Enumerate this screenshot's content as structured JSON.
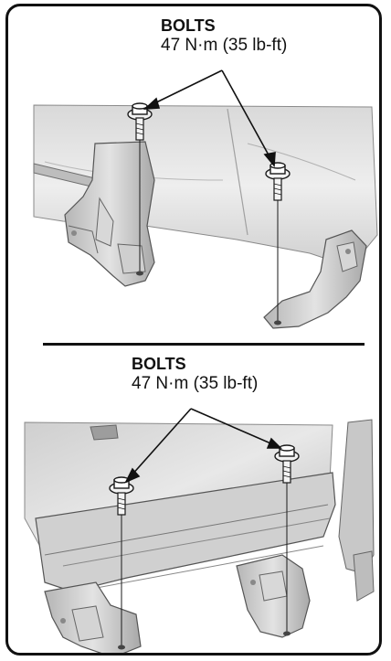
{
  "figure": {
    "panels": [
      {
        "id": "top",
        "label": "BOLTS",
        "torque": "47 N·m (35 lb-ft)",
        "bolt_count": 2
      },
      {
        "id": "bottom",
        "label": "BOLTS",
        "torque": "47 N·m (35 lb-ft)",
        "bolt_count": 2
      }
    ],
    "colors": {
      "frame": "#111111",
      "metal_light": "#e6e6e6",
      "metal_mid": "#c9c9c9",
      "metal_dark": "#9a9a9a",
      "line": "#1a1a1a"
    }
  }
}
